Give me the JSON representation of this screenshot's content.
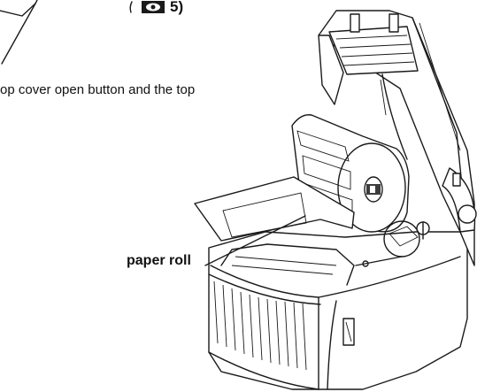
{
  "figure": {
    "instruction_text": "op cover open button and the top",
    "step_ref_number": "5)",
    "paper_roll_label": "paper roll"
  },
  "icons": {
    "step_ref": "eye-icon",
    "printer": "label-printer-illustration"
  }
}
